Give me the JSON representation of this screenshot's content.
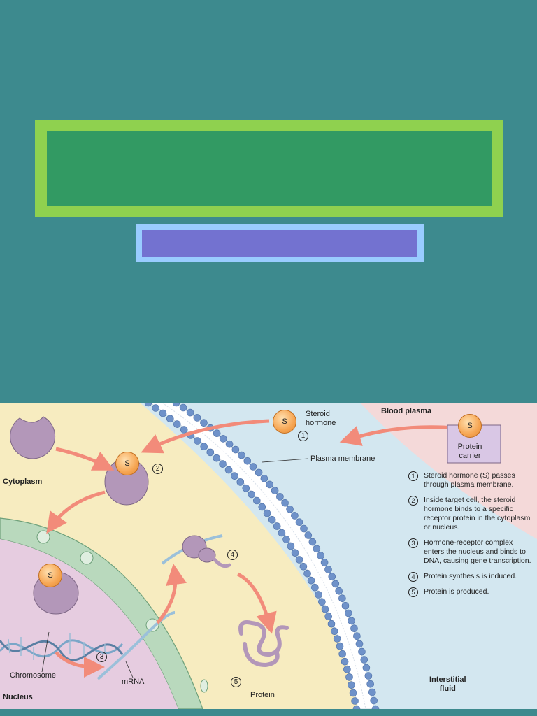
{
  "figure": {
    "regions": {
      "cytoplasm": "Cytoplasm",
      "nucleus": "Nucleus",
      "blood_plasma": "Blood plasma",
      "interstitial_fluid": "Interstitial\nfluid"
    },
    "labels": {
      "steroid_hormone": "Steroid\nhormone",
      "plasma_membrane": "Plasma membrane",
      "protein_carrier": "Protein\ncarrier",
      "chromosome": "Chromosome",
      "mrna": "mRNA",
      "protein": "Protein",
      "s": "S"
    },
    "markers": [
      "1",
      "2",
      "3",
      "4",
      "5"
    ],
    "steps": [
      {
        "num": "1",
        "text": "Steroid hormone (S) passes through plasma membrane."
      },
      {
        "num": "2",
        "text": "Inside target cell, the steroid hormone binds to a specific receptor protein in the cytoplasm or nucleus."
      },
      {
        "num": "3",
        "text": "Hormone-receptor complex enters the nucleus and binds to DNA, causing gene transcription."
      },
      {
        "num": "4",
        "text": "Protein synthesis is induced."
      },
      {
        "num": "5",
        "text": "Protein is produced."
      }
    ],
    "colors": {
      "cytoplasm": "#f7ecc0",
      "interstitial": "#d3e7f0",
      "blood_plasma": "#f4d9d9",
      "nucleus": "#e6cce0",
      "membrane_bead": "#6f92c9",
      "arrow": "#f28b7a",
      "receptor": "#b397b9"
    }
  }
}
